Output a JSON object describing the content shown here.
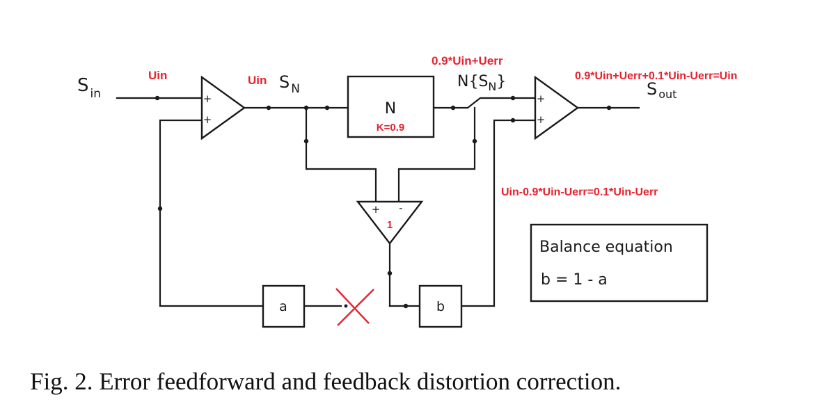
{
  "colors": {
    "annotation": "#e8222e",
    "lines": "#1a1a1a"
  },
  "labels": {
    "s_in_main": "S",
    "s_in_sub": "in",
    "s_n_main": "S",
    "s_n_sub": "N",
    "n_sn_prefix": "N{S",
    "n_sn_sub": "N",
    "n_sn_suffix": "}",
    "s_out_main": "S",
    "s_out_sub": "out",
    "block_n": "N",
    "block_a": "a",
    "block_b": "b",
    "amp1_plus_top": "+",
    "amp1_plus_bottom": "+",
    "amp2_plus_top": "+",
    "amp2_plus_bottom": "+",
    "err_plus": "+",
    "err_minus": "-"
  },
  "annotations": {
    "uin_input": "Uin",
    "uin_sn": "Uin",
    "n_output": "0.9*Uin+Uerr",
    "k_value": "K=0.9",
    "output_sum": "0.9*Uin+Uerr+0.1*Uin-Uerr=Uin",
    "error_sum": "Uin-0.9*Uin-Uerr=0.1*Uin-Uerr",
    "error_amp_gain": "1"
  },
  "balance": {
    "title": "Balance equation",
    "equation": "b = 1 - a"
  },
  "caption": "Fig.  2.  Error feedforward and feedback distortion correction."
}
